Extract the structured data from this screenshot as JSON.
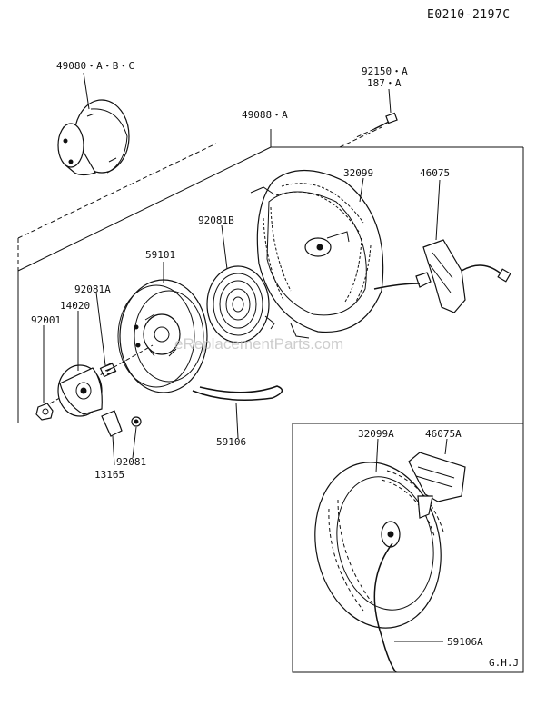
{
  "diagram_code": "E0210-2197C",
  "watermark": "eReplacementParts.com",
  "labels": {
    "p49080": "49080・A・B・C",
    "p92150": "92150・A",
    "p187": "187・A",
    "p49088": "49088・A",
    "p32099": "32099",
    "p46075": "46075",
    "p92081B": "92081B",
    "p59101": "59101",
    "p92081A": "92081A",
    "p14020": "14020",
    "p92001": "92001",
    "p59106": "59106",
    "p92081": "92081",
    "p13165": "13165",
    "p32099A": "32099A",
    "p46075A": "46075A",
    "p59106A": "59106A",
    "variant": "G.H.J"
  }
}
